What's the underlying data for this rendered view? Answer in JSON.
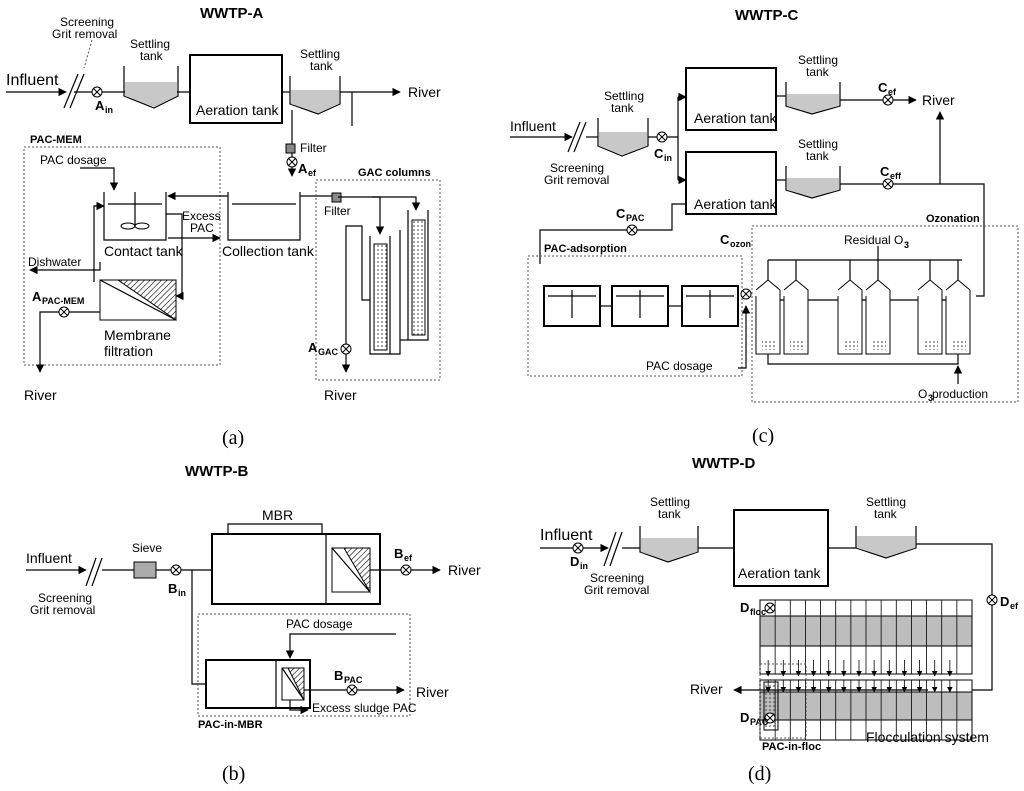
{
  "panel_a": {
    "title": "WWTP-A",
    "caption": "(a)",
    "influent": "Influent",
    "screening": "Screening",
    "grit_removal": "Grit removal",
    "settling_tank": "Settling",
    "tank_word": "tank",
    "aeration_tank": "Aeration tank",
    "river": "River",
    "filter": "Filter",
    "pac_mem": "PAC-MEM",
    "pac_dosage": "PAC dosage",
    "excess": "Excess",
    "pac": "PAC",
    "contact_tank": "Contact tank",
    "collection_tank": "Collection tank",
    "dishwater": "Dishwater",
    "membrane": "Membrane",
    "filtration": "filtration",
    "gac_columns": "GAC columns",
    "sp_ain": "A",
    "sp_ain_sub": "in",
    "sp_aef": "A",
    "sp_aef_sub": "ef",
    "sp_apac": "A",
    "sp_apac_sub": "PAC-MEM",
    "sp_agac": "A",
    "sp_agac_sub": "GAC"
  },
  "panel_b": {
    "title": "WWTP-B",
    "caption": "(b)",
    "influent": "Influent",
    "screening": "Screening",
    "grit_removal": "Grit removal",
    "sieve": "Sieve",
    "mbr": "MBR",
    "river": "River",
    "pac_dosage": "PAC dosage",
    "excess_sludge": "Excess sludge PAC",
    "pac_in_mbr": "PAC-in-MBR",
    "sp_bin": "B",
    "sp_bin_sub": "in",
    "sp_bef": "B",
    "sp_bef_sub": "ef",
    "sp_bpac": "B",
    "sp_bpac_sub": "PAC"
  },
  "panel_c": {
    "title": "WWTP-C",
    "caption": "(c)",
    "influent": "Influent",
    "screening": "Screening",
    "grit_removal": "Grit removal",
    "settling": "Settling",
    "tank_word": "tank",
    "aeration_tank": "Aeration tank",
    "river": "River",
    "pac_adsorption": "PAC-adsorption",
    "ozonation": "Ozonation",
    "residual_o3": "Residual O",
    "o3_sub": "3",
    "pac_dosage": "PAC dosage",
    "o3_production": "O",
    "o3_production_rest": " production",
    "sp_cin": "C",
    "sp_cin_sub": "in",
    "sp_cef": "C",
    "sp_cef_sub": "ef",
    "sp_ceff": "C",
    "sp_ceff_sub": "eff",
    "sp_cpac": "C",
    "sp_cpac_sub": "PAC",
    "sp_cozon": "C",
    "sp_cozon_sub": "ozon"
  },
  "panel_d": {
    "title": "WWTP-D",
    "caption": "(d)",
    "influent": "Influent",
    "screening": "Screening",
    "grit_removal": "Grit removal",
    "settling": "Settling",
    "tank_word": "tank",
    "aeration_tank": "Aeration tank",
    "river": "River",
    "flocculation": "Flocculation system",
    "pac_in_floc": "PAC-in-floc",
    "sp_din": "D",
    "sp_din_sub": "in",
    "sp_def": "D",
    "sp_def_sub": "ef",
    "sp_dfloc": "D",
    "sp_dfloc_sub": "floc",
    "sp_dpac": "D",
    "sp_dpac_sub": "PAC"
  }
}
